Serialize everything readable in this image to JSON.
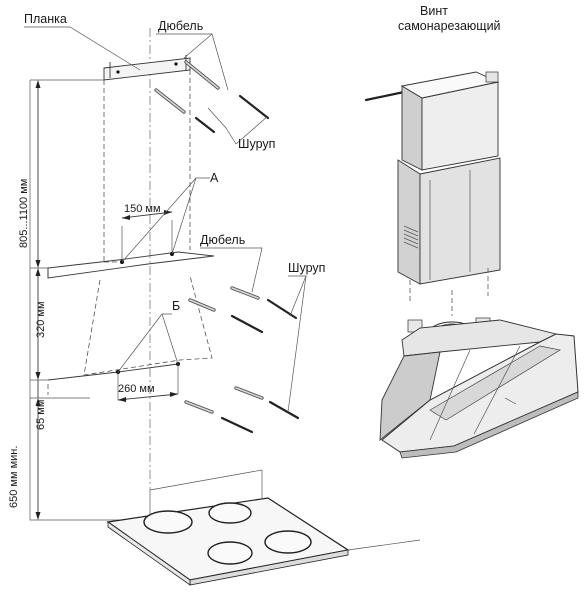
{
  "labels": {
    "planka": "Планка",
    "dubel_top": "Дюбель",
    "shurup_top": "Шуруп",
    "vint_line1": "Винт",
    "vint_line2": "самонарезающий",
    "point_a": "А",
    "point_b": "Б",
    "dubel_mid": "Дюбель",
    "shurup_mid": "Шуруп"
  },
  "dimensions": {
    "d150": "150 мм",
    "d260": "260 мм",
    "d805": "805...1100 мм",
    "d320": "320 мм",
    "d65": "65 мм",
    "d650": "650 мм мин."
  }
}
